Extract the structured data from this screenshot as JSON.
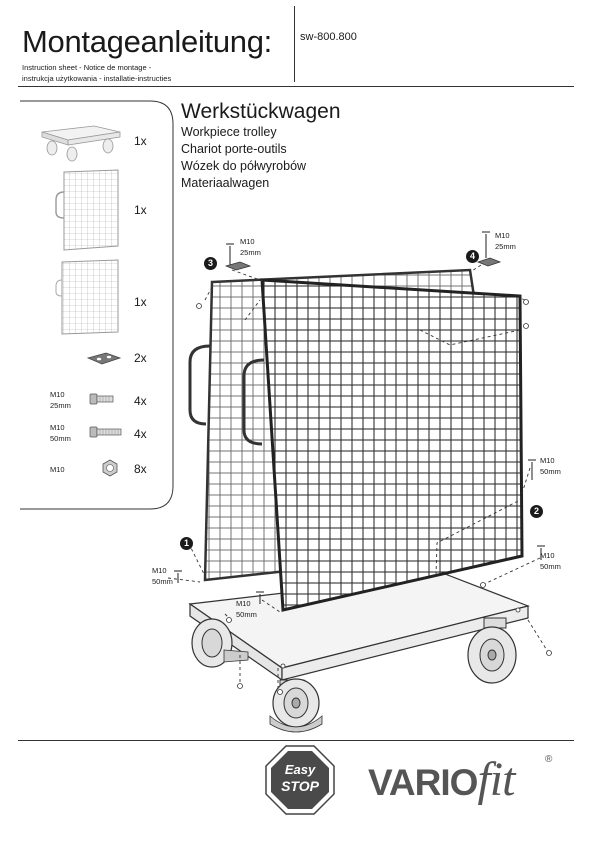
{
  "header": {
    "title": "Montageanleitung:",
    "code": "sw-800.800",
    "subtitle_line1": "Instruction sheet - Notice de montage  -",
    "subtitle_line2": "instrukcja użytkowania - installatie-instructies"
  },
  "product": {
    "title": "Werkstückwagen",
    "names": [
      "Workpiece trolley",
      "Chariot porte-outils",
      "Wózek do półwyrobów",
      "Materiaalwagen"
    ]
  },
  "parts": [
    {
      "icon": "trolley-base-icon",
      "qty": "1x"
    },
    {
      "icon": "mesh-panel-handle-icon",
      "qty": "1x"
    },
    {
      "icon": "mesh-panel-icon",
      "qty": "1x"
    },
    {
      "icon": "connector-plate-icon",
      "qty": "2x"
    },
    {
      "icon": "bolt-short-icon",
      "spec1": "M10",
      "spec2": "25mm",
      "qty": "4x"
    },
    {
      "icon": "bolt-long-icon",
      "spec1": "M10",
      "spec2": "50mm",
      "qty": "4x"
    },
    {
      "icon": "nut-icon",
      "spec1": "M10",
      "qty": "8x"
    }
  ],
  "callouts": {
    "step3": {
      "num": "3",
      "spec1": "M10",
      "spec2": "25mm"
    },
    "step4": {
      "num": "4",
      "spec1": "M10",
      "spec2": "25mm"
    },
    "step1": {
      "num": "1"
    },
    "step2": {
      "num": "2"
    },
    "right_upper": {
      "spec1": "M10",
      "spec2": "50mm"
    },
    "right_lower": {
      "spec1": "M10",
      "spec2": "50mm"
    },
    "left_lower": {
      "spec1": "M10",
      "spec2": "50mm"
    },
    "center_lower": {
      "spec1": "M10",
      "spec2": "50mm"
    }
  },
  "footer": {
    "logo_easy": "Easy",
    "logo_stop": "STOP",
    "brand_vario": "VARIO",
    "brand_fit": "fit",
    "brand_reg": "®"
  }
}
